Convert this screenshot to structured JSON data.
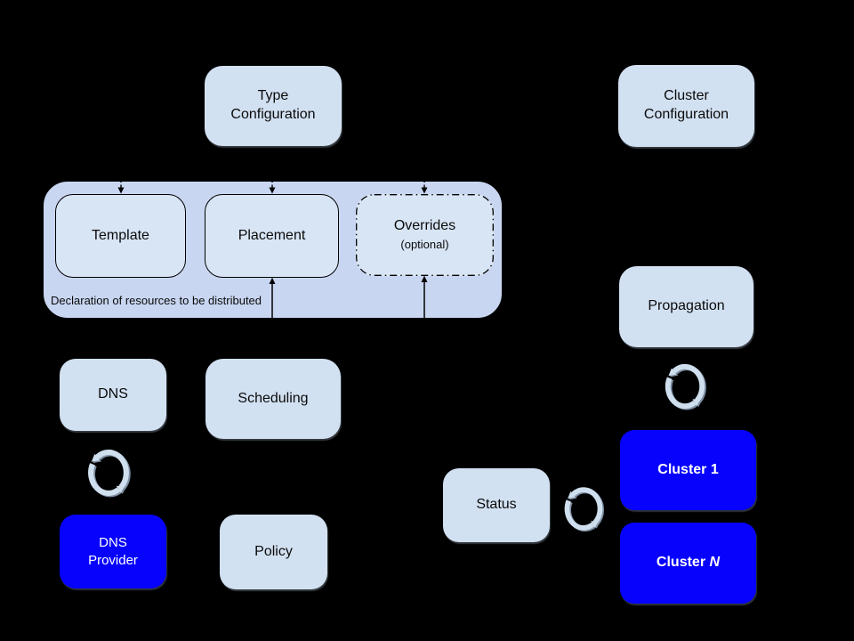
{
  "background": "#000000",
  "colors": {
    "container_fill": "#c8d6f1",
    "inner_box_fill": "#d8e5f5",
    "standalone_box_fill": "#d2e1f2",
    "highlight_box_fill": "#0602fc",
    "text_dark": "#0a0a0a",
    "text_light": "#ffffff",
    "connector": "#000000",
    "sync_icon_light": "#cfdfee",
    "sync_icon_shadow": "#7e8fa3"
  },
  "boxes": {
    "type_config": {
      "label": "Type\nConfiguration"
    },
    "cluster_config": {
      "label": "Cluster\nConfiguration"
    },
    "template": {
      "label": "Template"
    },
    "placement": {
      "label": "Placement"
    },
    "overrides": {
      "label": "Overrides",
      "sublabel": "(optional)"
    },
    "dns": {
      "label": "DNS"
    },
    "scheduling": {
      "label": "Scheduling"
    },
    "propagation": {
      "label": "Propagation"
    },
    "dns_provider": {
      "label": "DNS\nProvider"
    },
    "policy": {
      "label": "Policy"
    },
    "status": {
      "label": "Status"
    },
    "cluster_1": {
      "label": "Cluster 1"
    },
    "cluster_n": {
      "prefix": "Cluster ",
      "suffix": "N"
    }
  },
  "container": {
    "caption": "Declaration of resources to be distributed"
  },
  "icons": {
    "sync": "circular-sync-arrows-icon"
  }
}
